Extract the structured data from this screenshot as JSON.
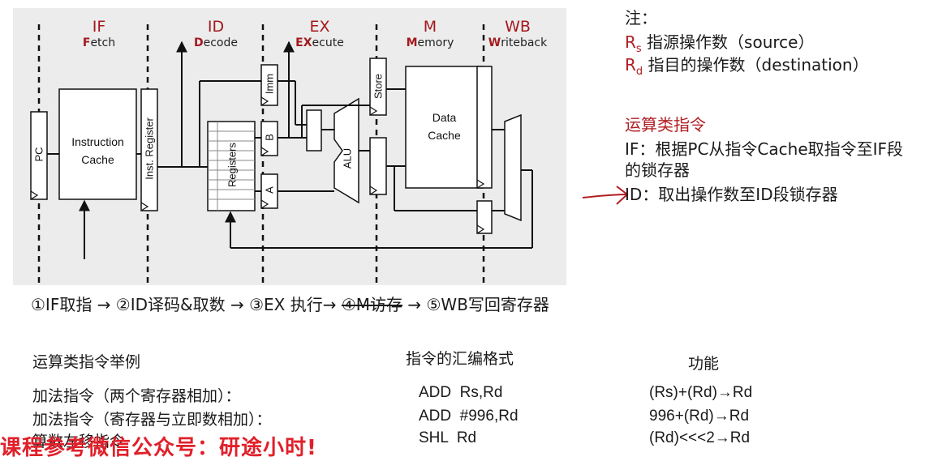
{
  "diagram": {
    "stages": [
      {
        "abbr": "IF",
        "first": "F",
        "rest": "etch"
      },
      {
        "abbr": "ID",
        "first": "D",
        "rest": "ecode"
      },
      {
        "abbr": "EX",
        "first": "EX",
        "rest": "ecute"
      },
      {
        "abbr": "M",
        "first": "M",
        "rest": "emory"
      },
      {
        "abbr": "WB",
        "first": "W",
        "rest": "riteback"
      }
    ],
    "labels": {
      "pc": "PC",
      "icache_line1": "Instruction",
      "icache_line2": "Cache",
      "inst_register": "Inst. Register",
      "registers": "Registers",
      "imm": "Imm",
      "b": "B",
      "a": "A",
      "alu": "ALU",
      "store": "Store",
      "dcache_line1": "Data",
      "dcache_line2": "Cache"
    }
  },
  "notes": {
    "title": "注：",
    "rs_sym": "R",
    "rs_sub": "s",
    "rs_text": "指源操作数（source）",
    "rd_sym": "R",
    "rd_sub": "d",
    "rd_text": "指目的操作数（destination）",
    "arith_title": "运算类指令",
    "if_label": "IF",
    "if_text": "：根据PC从指令Cache取指令至IF段",
    "if_text2": "的锁存器",
    "id_label": "ID",
    "id_text": "：取出操作数至ID段锁存器"
  },
  "pipeline": {
    "s1": "①IF取指 → ②ID译码&取数 → ③EX 执行→ ",
    "s4": "④M访存",
    "s5": " → ⑤WB写回寄存器"
  },
  "table": {
    "headers": [
      "运算类指令举例",
      "指令的汇编格式",
      "功能"
    ],
    "rows": [
      {
        "desc": "加法指令（两个寄存器相加）：",
        "asm": "ADD  Rs,Rd",
        "func": "(Rs)+(Rd)→Rd"
      },
      {
        "desc": "加法指令（寄存器与立即数相加）：",
        "asm": "ADD  #996,Rd",
        "func": "996+(Rd)→Rd"
      },
      {
        "desc": "算数左移指令",
        "asm": "SHL  Rd",
        "func": "(Rd)<<<2→Rd"
      }
    ]
  },
  "watermark": "课程参考微信公众号：研途小时!"
}
